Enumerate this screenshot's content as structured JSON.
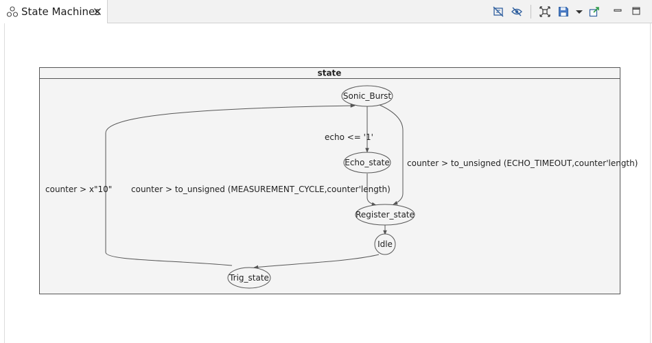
{
  "tab": {
    "title": "State Machines",
    "icon": "state-machine-icon",
    "close_icon": "close-icon"
  },
  "toolbar": {
    "buttons": [
      {
        "name": "hide-labels-button",
        "icon": "label-off-icon"
      },
      {
        "name": "hide-visibility-button",
        "icon": "eye-off-icon"
      },
      {
        "name": "fit-to-screen-button",
        "icon": "fit-screen-icon"
      },
      {
        "name": "save-button",
        "icon": "save-icon"
      },
      {
        "name": "save-menu-button",
        "icon": "chevron-down-icon"
      },
      {
        "name": "export-button",
        "icon": "export-icon"
      },
      {
        "name": "minimize-button",
        "icon": "minimize-icon"
      },
      {
        "name": "maximize-button",
        "icon": "maximize-icon"
      }
    ]
  },
  "diagram": {
    "cluster_title": "state",
    "states": {
      "sonic_burst": "Sonic_Burst",
      "echo_state": "Echo_state",
      "register_state": "Register_state",
      "idle": "Idle",
      "trig_state": "Trig_state"
    },
    "transitions": {
      "sonic_to_echo": "echo <= '1'",
      "sonic_to_register": "counter > to_unsigned (ECHO_TIMEOUT,counter'length)",
      "echo_to_register": "counter > to_unsigned (MEASUREMENT_CYCLE,counter'length)",
      "trig_to_sonic": "counter > x\"10\""
    },
    "colors": {
      "cluster_fill": "#f4f4f4",
      "stroke": "#555555",
      "icon_blue": "#2f5f9e"
    }
  }
}
